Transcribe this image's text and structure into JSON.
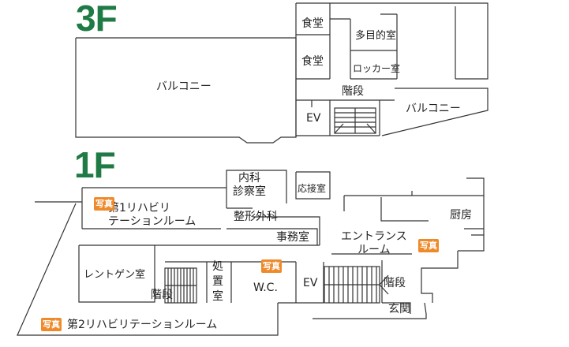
{
  "floors": {
    "third": {
      "label": "3F",
      "rooms": {
        "balcony_left": "バルコニー",
        "dining_top": "食堂",
        "dining_bottom": "食堂",
        "multipurpose": "多目的室",
        "locker": "ロッカー室",
        "stairs": "階段",
        "ev": "EV",
        "balcony_right": "バルコニー"
      }
    },
    "first": {
      "label": "1F",
      "rooms": {
        "internal_medicine": "内科\n診察室",
        "reception_room": "応接室",
        "rehab1": "第1リハビリ\nテーションルーム",
        "orthopedics": "整形外科",
        "office": "事務室",
        "entrance_room": "エントランス\nルーム",
        "kitchen": "厨房",
        "xray": "レントゲン室",
        "treatment": "処置室",
        "wc": "W.C.",
        "ev": "EV",
        "stairs_left": "階段",
        "stairs_right": "階段",
        "genkan": "玄関",
        "rehab2": "第2リハビリテーションルーム"
      },
      "photo_badges": [
        "写真",
        "写真",
        "写真",
        "写真"
      ]
    }
  },
  "colors": {
    "floor_label": "#1f7a45",
    "photo_badge": "#ef8a2b",
    "wall": "#333333"
  }
}
